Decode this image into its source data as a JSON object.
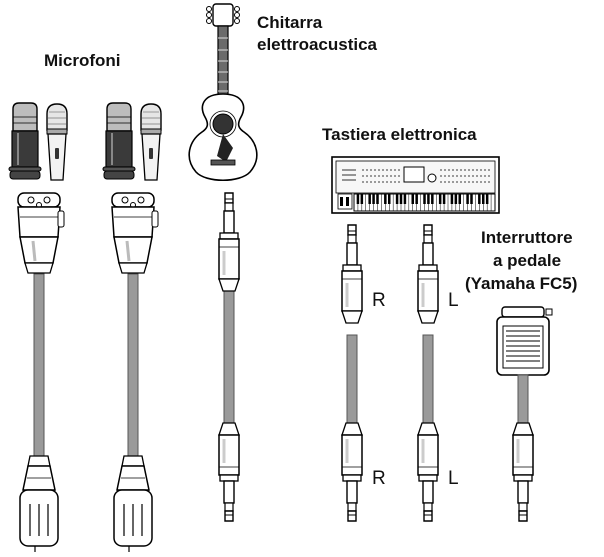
{
  "labels": {
    "microphones": "Microfoni",
    "guitar_line1": "Chitarra",
    "guitar_line2": "elettroacustica",
    "keyboard": "Tastiera elettronica",
    "pedal_line1": "Interruttore",
    "pedal_line2": "a pedale",
    "pedal_line3": "(Yamaha FC5)"
  },
  "channels": {
    "right": "R",
    "left": "L"
  },
  "devices": {
    "microphones": [
      "condenser-microphone",
      "dynamic-microphone",
      "condenser-microphone",
      "dynamic-microphone"
    ],
    "instruments": [
      "acoustic-guitar",
      "electronic-keyboard",
      "foot-switch"
    ],
    "cables": [
      "xlr-cable",
      "xlr-cable",
      "jack-cable",
      "jack-cable",
      "jack-cable",
      "jack-cable"
    ]
  }
}
